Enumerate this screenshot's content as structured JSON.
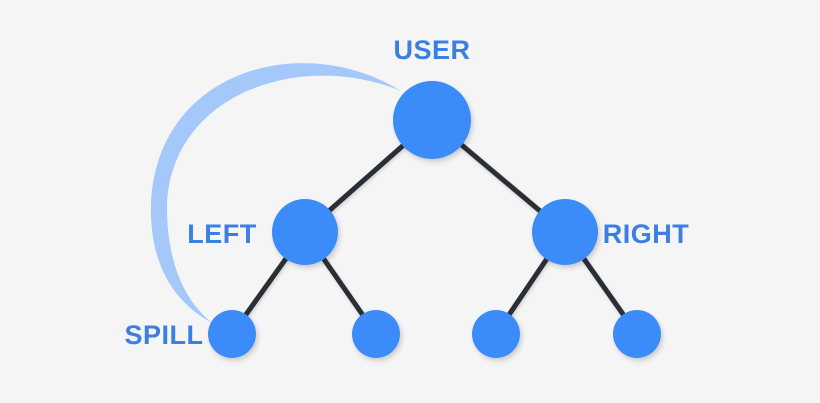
{
  "diagram": {
    "type": "binary-tree",
    "description": "Binary tree with a spill pointer arc from the root to the leftmost leaf",
    "colors": {
      "background": "#f5f5f6",
      "node_fill": "#3a8cf8",
      "label_text": "#3b7fe3",
      "edge_stroke": "#2b2f36",
      "spill_arc": "#a4c8f9"
    },
    "labels": {
      "root": "USER",
      "left": "LEFT",
      "right": "RIGHT",
      "spill": "SPILL"
    },
    "nodes": [
      {
        "id": "user-root",
        "label": "USER",
        "level": 0,
        "size": "large"
      },
      {
        "id": "left-child",
        "label": "LEFT",
        "level": 1,
        "size": "medium"
      },
      {
        "id": "right-child",
        "label": "RIGHT",
        "level": 1,
        "size": "medium"
      },
      {
        "id": "spill-leaf",
        "label": "SPILL",
        "level": 2,
        "size": "small"
      },
      {
        "id": "left-leaf-2",
        "label": "",
        "level": 2,
        "size": "small"
      },
      {
        "id": "right-leaf-1",
        "label": "",
        "level": 2,
        "size": "small"
      },
      {
        "id": "right-leaf-2",
        "label": "",
        "level": 2,
        "size": "small"
      }
    ],
    "edges": [
      {
        "from": "user-root",
        "to": "left-child"
      },
      {
        "from": "user-root",
        "to": "right-child"
      },
      {
        "from": "left-child",
        "to": "spill-leaf"
      },
      {
        "from": "left-child",
        "to": "left-leaf-2"
      },
      {
        "from": "right-child",
        "to": "right-leaf-1"
      },
      {
        "from": "right-child",
        "to": "right-leaf-2"
      }
    ],
    "spill_arc": {
      "from": "user-root",
      "to": "spill-leaf",
      "shape": "tapered-crescent",
      "side": "left"
    }
  }
}
